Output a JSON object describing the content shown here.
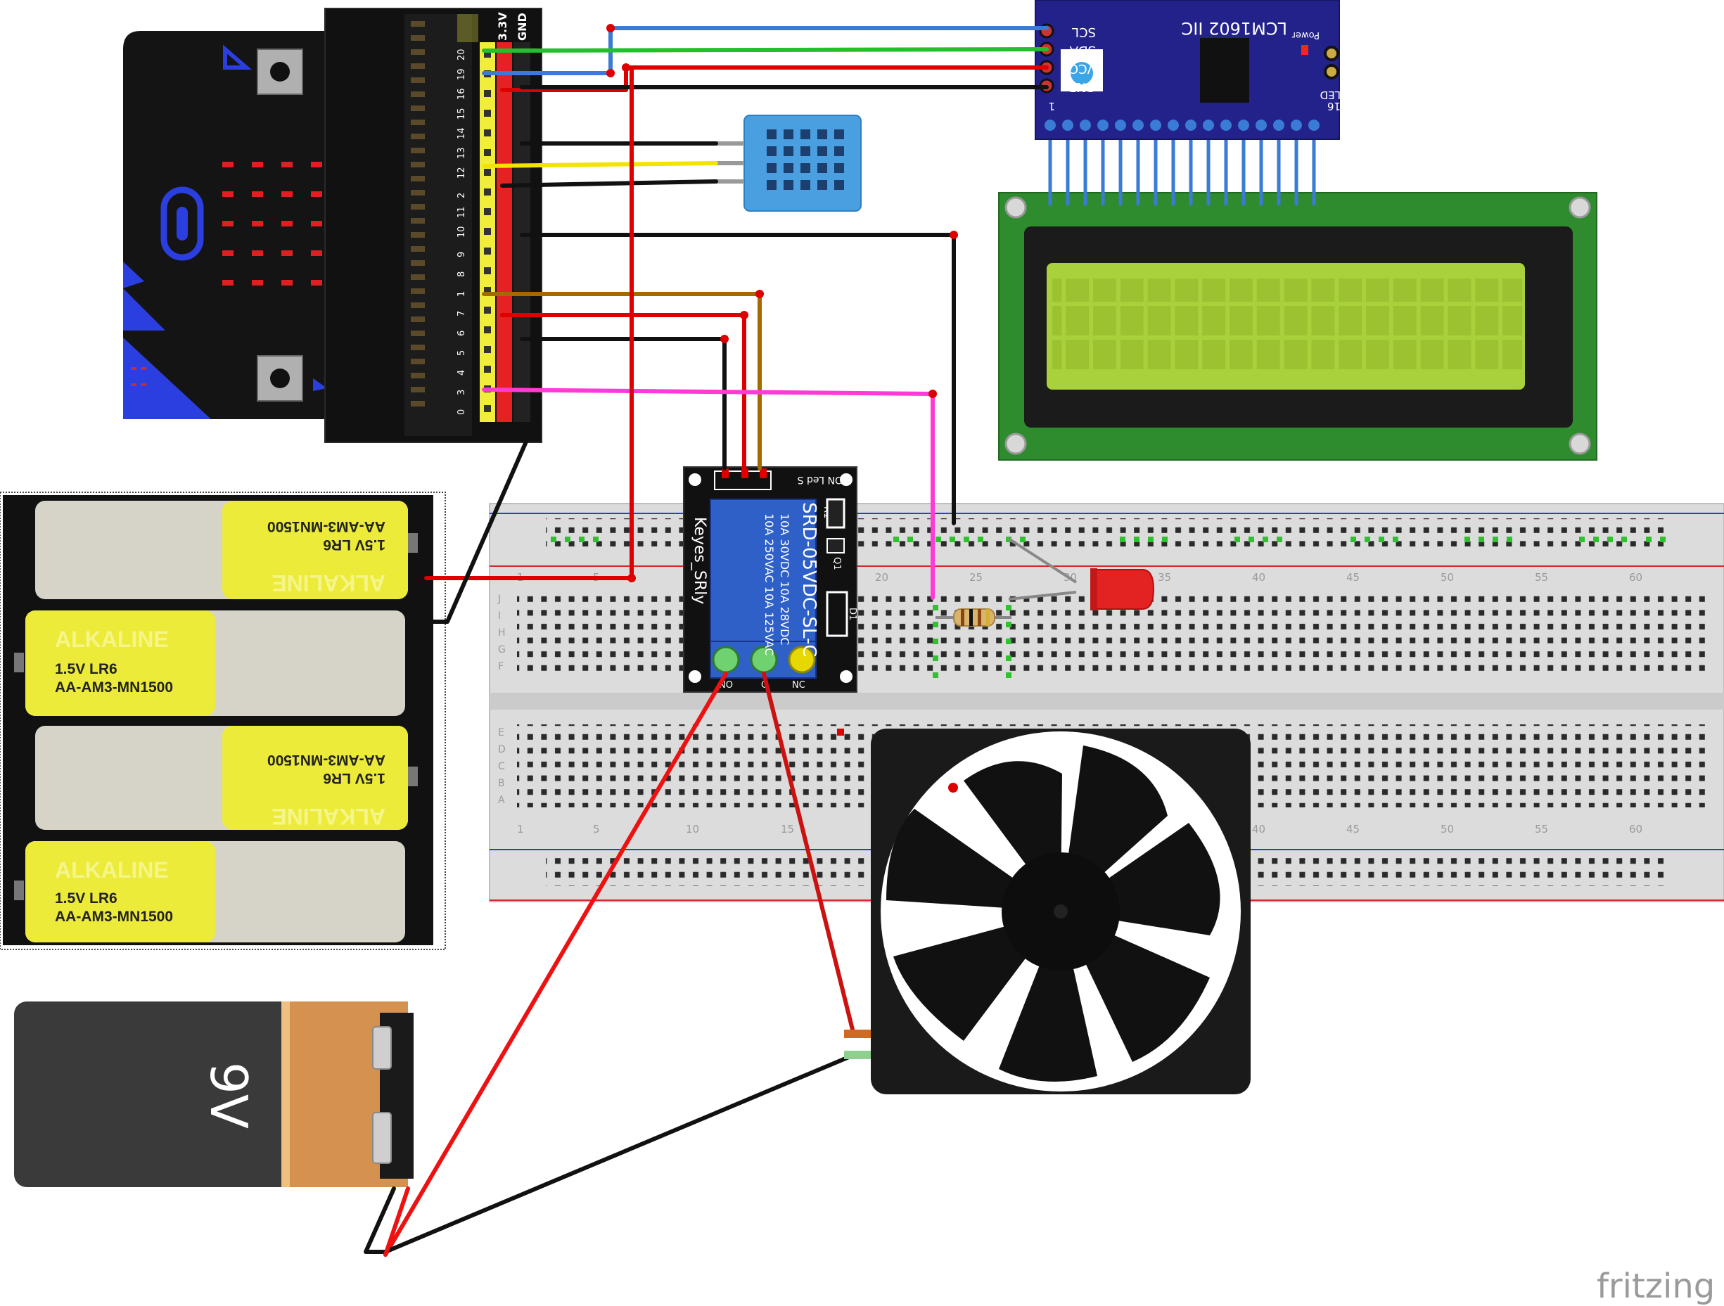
{
  "lcm": {
    "title": "LCM1602 IIC",
    "pins": [
      "SCL",
      "SDA",
      "VCC",
      "GND"
    ],
    "power_label": "Power",
    "led_label": "LED",
    "pin_first": "1",
    "pin_last": "16"
  },
  "relay": {
    "brand": "Keyes_SRly",
    "model": "SRD-05VDC-SL-C",
    "rating_1": "10A 250VAC  10A 125VAC",
    "rating_2": "10A 30VDC   10A 28VDC",
    "header_label": "ON  Led  S",
    "r1": "R1",
    "q1": "Q1",
    "d1": "D1",
    "term_nc": "NC",
    "term_com": "C",
    "term_no": "NO"
  },
  "microbit": {
    "pin_3v": "3.3V",
    "pin_gnd": "GND",
    "pin_numbers": [
      "20",
      "19",
      "16",
      "15",
      "14",
      "13",
      "12",
      "2",
      "11",
      "10",
      "9",
      "8",
      "1",
      "7",
      "6",
      "5",
      "4",
      "3",
      "0"
    ]
  },
  "battery_pack": {
    "label_line1": "1.5V LR6",
    "label_line2": "AA-AM3-MN1500",
    "brand": "ALKALINE"
  },
  "battery_9v": {
    "label": "9V"
  },
  "breadboard": {
    "column_numbers": [
      "1",
      "5",
      "10",
      "15",
      "20",
      "25",
      "30",
      "35",
      "40",
      "45",
      "50",
      "55",
      "60"
    ],
    "row_letters_top": [
      "J",
      "I",
      "H",
      "G",
      "F"
    ],
    "row_letters_bottom": [
      "E",
      "D",
      "C",
      "B",
      "A"
    ]
  },
  "watermark": "fritzing",
  "colors": {
    "wire_red": "#dd0000",
    "wire_black": "#111111",
    "wire_blue": "#3a7bd5",
    "wire_green": "#22c02a",
    "wire_yellow": "#f2e400",
    "wire_brown": "#a36a00",
    "wire_pink": "#ff3ad8",
    "lcd_screen": "#a9d13c",
    "lcd_board": "#2e8b2e",
    "module_blue": "#23228a",
    "dht_blue": "#4a9fe0",
    "relay_blue": "#2f60c8",
    "battery_yellow": "#eceb3a"
  }
}
